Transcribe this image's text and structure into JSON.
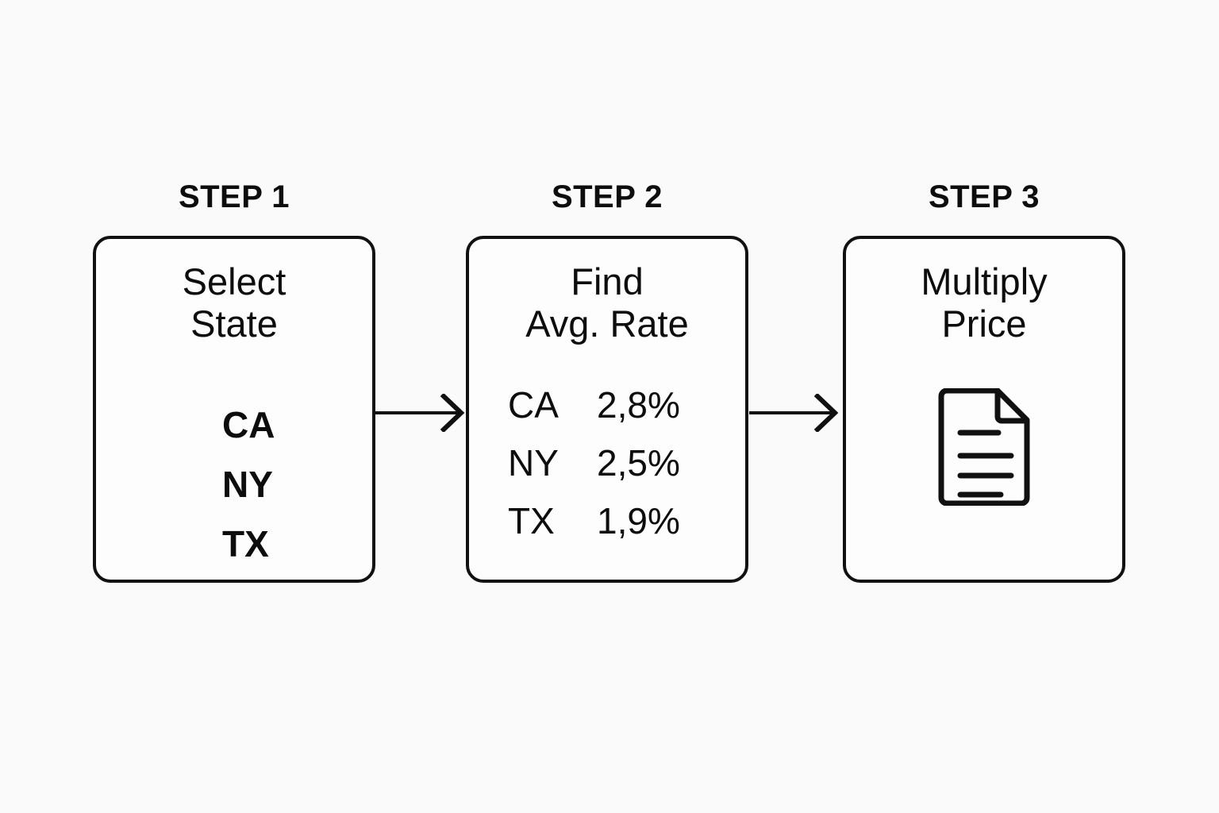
{
  "theme": {
    "background": "#fafafa",
    "ink": "#0d0d0d",
    "stroke": "#111111",
    "box_fill": "#fdfdfd"
  },
  "diagram": {
    "type": "flow",
    "orientation": "horizontal",
    "steps": [
      {
        "label": "STEP 1",
        "title_lines": [
          "Select",
          "State"
        ],
        "content_kind": "state-list",
        "states": [
          "CA",
          "NY",
          "TX"
        ]
      },
      {
        "label": "STEP 2",
        "title_lines": [
          "Find",
          "Avg. Rate"
        ],
        "content_kind": "rate-table",
        "rates": [
          {
            "state": "CA",
            "value": "2,8%"
          },
          {
            "state": "NY",
            "value": "2,5%"
          },
          {
            "state": "TX",
            "value": "1,9%"
          }
        ]
      },
      {
        "label": "STEP 3",
        "title_lines": [
          "Multiply",
          "Price"
        ],
        "content_kind": "icon",
        "icon": "document-icon"
      }
    ],
    "connectors": [
      {
        "name": "arrow-step1-to-step2",
        "icon": "arrow-right-icon"
      },
      {
        "name": "arrow-step2-to-step3",
        "icon": "arrow-right-icon"
      }
    ]
  }
}
